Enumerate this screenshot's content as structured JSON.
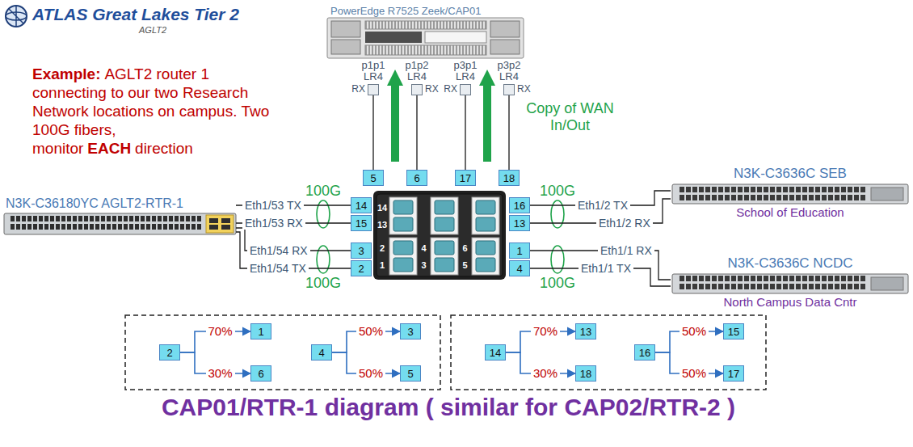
{
  "diagram": {
    "caption": "CAP01/RTR-1 diagram ( similar for CAP02/RTR-2 )",
    "nodes": [
      {
        "text": [
          "PowerEdge R7525 Zeek/CAP01"
        ]
      },
      {
        "text": [
          "p1p1 LR4",
          "RX"
        ]
      },
      {
        "text": [
          "p1p2 LR4",
          "RX"
        ]
      },
      {
        "text": [
          "p3p1 LR4",
          "RX"
        ]
      },
      {
        "text": [
          "p3p2 LR4",
          "RX"
        ]
      },
      {
        "text": [
          "5"
        ]
      },
      {
        "text": [
          "6"
        ]
      },
      {
        "text": [
          "17"
        ]
      },
      {
        "text": [
          "18"
        ]
      },
      {
        "text": [
          "N3K-C36180YC AGLT2-RTR-1"
        ]
      },
      {
        "text": [
          "14"
        ]
      },
      {
        "text": [
          "15"
        ]
      },
      {
        "text": [
          "3"
        ]
      },
      {
        "text": [
          "2"
        ]
      },
      {
        "text": [
          "14",
          "13",
          "2",
          "4",
          "6",
          "1",
          "3",
          "5"
        ]
      },
      {
        "text": [
          "16"
        ]
      },
      {
        "text": [
          "13"
        ]
      },
      {
        "text": [
          "1"
        ]
      },
      {
        "text": [
          "4"
        ]
      },
      {
        "text": [
          "N3K-C3636C SEB",
          "School of Education"
        ]
      },
      {
        "text": [
          "N3K-C3636C NCDC",
          "North Campus Data Cntr"
        ]
      },
      {
        "text": [
          "2"
        ]
      },
      {
        "text": [
          "1"
        ]
      },
      {
        "text": [
          "6"
        ]
      },
      {
        "text": [
          "4"
        ]
      },
      {
        "text": [
          "3"
        ]
      },
      {
        "text": [
          "5"
        ]
      },
      {
        "text": [
          "14"
        ]
      },
      {
        "text": [
          "13"
        ]
      },
      {
        "text": [
          "18"
        ]
      },
      {
        "text": [
          "16"
        ]
      },
      {
        "text": [
          "15"
        ]
      },
      {
        "text": [
          "17"
        ]
      }
    ],
    "edges": [
      {
        "from": 5,
        "to": 1,
        "arrow": "none"
      },
      {
        "from": 6,
        "to": 2,
        "arrow": "none"
      },
      {
        "from": 7,
        "to": 3,
        "arrow": "none"
      },
      {
        "from": 8,
        "to": 4,
        "arrow": "none"
      },
      {
        "from": 9,
        "to": 10,
        "label": "Eth1/53 TX",
        "arrow": "none"
      },
      {
        "from": 9,
        "to": 11,
        "label": "Eth1/53 RX",
        "arrow": "none"
      },
      {
        "from": 9,
        "to": 12,
        "label": "Eth1/54 RX",
        "arrow": "none"
      },
      {
        "from": 9,
        "to": 13,
        "label": "Eth1/54 TX",
        "arrow": "none"
      },
      {
        "from": 15,
        "to": 19,
        "label": "Eth1/2 TX",
        "arrow": "none"
      },
      {
        "from": 16,
        "to": 19,
        "label": "Eth1/2 RX",
        "arrow": "none"
      },
      {
        "from": 17,
        "to": 20,
        "label": "Eth1/1 RX",
        "arrow": "none"
      },
      {
        "from": 18,
        "to": 20,
        "label": "Eth1/1 TX",
        "arrow": "none"
      },
      {
        "from": 21,
        "to": 22,
        "label": "70%",
        "arrow": "to"
      },
      {
        "from": 21,
        "to": 23,
        "label": "30%",
        "arrow": "to"
      },
      {
        "from": 24,
        "to": 25,
        "label": "50%",
        "arrow": "to"
      },
      {
        "from": 24,
        "to": 26,
        "label": "50%",
        "arrow": "to"
      },
      {
        "from": 27,
        "to": 28,
        "label": "70%",
        "arrow": "to"
      },
      {
        "from": 27,
        "to": 29,
        "label": "30%",
        "arrow": "to"
      },
      {
        "from": 30,
        "to": 31,
        "label": "50%",
        "arrow": "to"
      },
      {
        "from": 30,
        "to": 32,
        "label": "50%",
        "arrow": "to"
      }
    ],
    "labels": [
      "ATLAS Great Lakes Tier 2",
      "AGLT2",
      "Example:",
      "AGLT2 router 1 connecting to our two Research Network locations on campus. Two 100G fibers, monitor",
      "EACH",
      "direction",
      "Copy of WAN In/Out",
      "100G",
      "100G",
      "100G",
      "100G"
    ]
  }
}
